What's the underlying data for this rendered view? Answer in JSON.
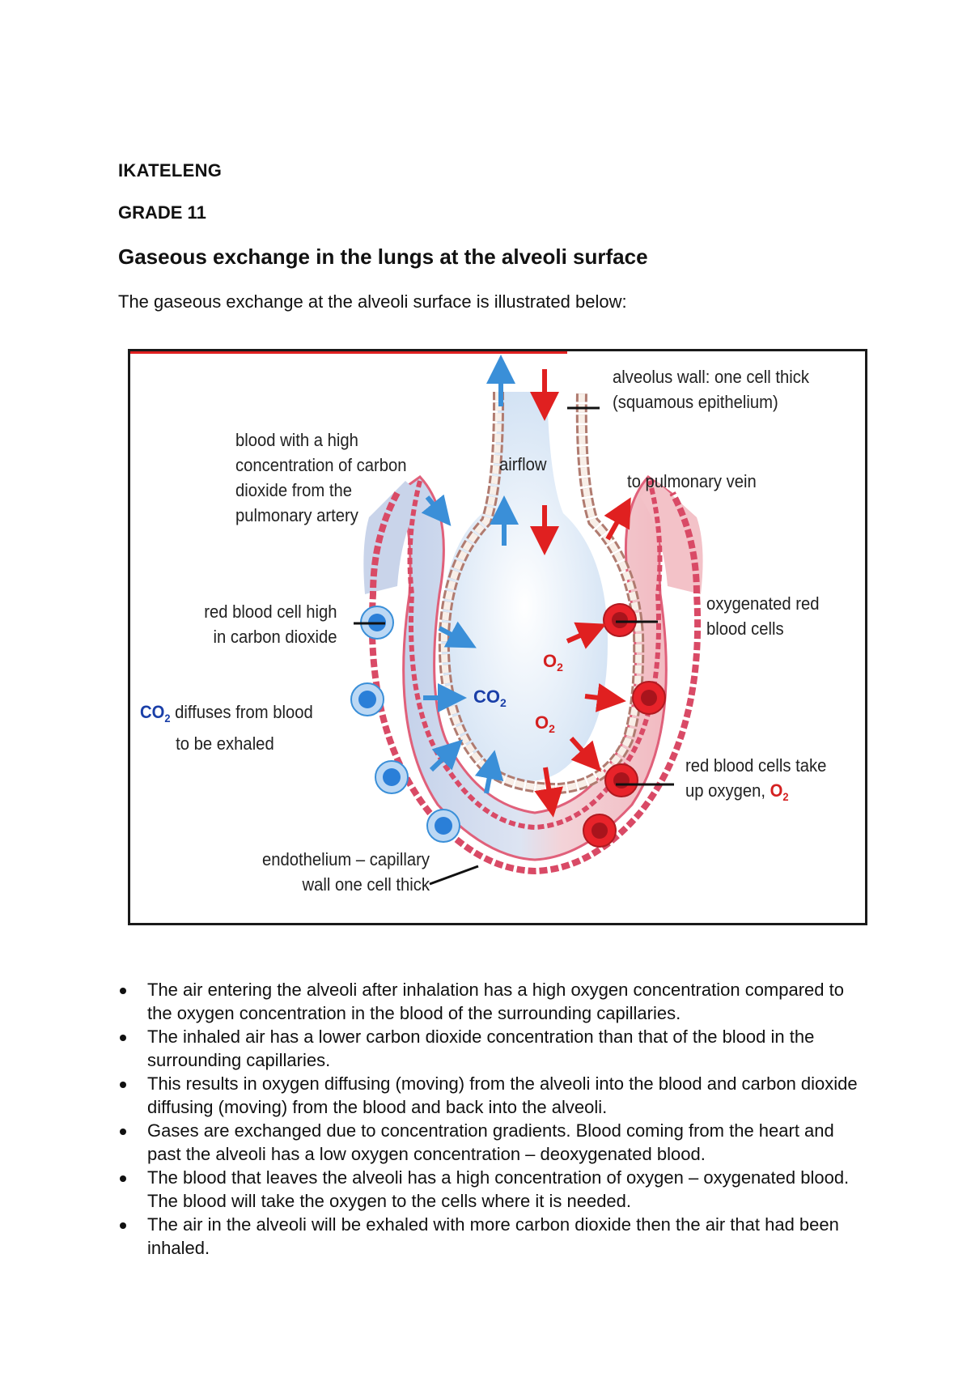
{
  "header": {
    "school": "IKATELENG",
    "grade": "GRADE 11",
    "title": "Gaseous exchange in the lungs at the alveoli surface",
    "intro": "The gaseous exchange at the alveoli surface is illustrated below:"
  },
  "diagram": {
    "labels": {
      "alveolus_wall_1": "alveolus wall: one cell thick",
      "alveolus_wall_2": "(squamous epithelium)",
      "blood_high_co2_1": "blood with a high",
      "blood_high_co2_2": "concentration of carbon",
      "blood_high_co2_3": "dioxide from the",
      "blood_high_co2_4": "pulmonary artery",
      "airflow": "airflow",
      "to_pulmonary_vein": "to pulmonary vein",
      "rbc_high_co2_1": "red blood cell high",
      "rbc_high_co2_2": "in carbon dioxide",
      "oxygenated_rbc_1": "oxygenated red",
      "oxygenated_rbc_2": "blood cells",
      "co2_diffuses_gas": "CO",
      "co2_diffuses_sub": "2",
      "co2_diffuses_1": "diffuses from blood",
      "co2_diffuses_2": "to be exhaled",
      "rbc_take_up_1": "red blood cells take",
      "rbc_take_up_2": "up oxygen,",
      "rbc_take_up_gas": "O",
      "rbc_take_up_sub": "2",
      "endothelium_1": "endothelium – capillary",
      "endothelium_2": "wall one cell thick",
      "co2_inner": "CO",
      "co2_inner_sub": "2",
      "o2_inner_1": "O",
      "o2_inner_1_sub": "2",
      "o2_inner_2": "O",
      "o2_inner_2_sub": "2"
    },
    "colors": {
      "co2_blue": "#3a8fd8",
      "o2_red": "#e02020",
      "capillary_wall": "#e0607a",
      "deoxygenated_fill": "#c9d6ec",
      "oxygenated_fill": "#f4c2c8",
      "alveolus_fill": "#dbe9f7"
    }
  },
  "bullets": [
    "The air entering the alveoli after inhalation has a high oxygen concentration compared to the oxygen concentration in the blood of the surrounding capillaries.",
    "The inhaled air has a lower carbon dioxide concentration than that of the blood in the surrounding capillaries.",
    "This results in oxygen diffusing (moving) from the alveoli into the blood and carbon dioxide diffusing (moving) from the blood and back into the alveoli.",
    "Gases are exchanged due to concentration gradients. Blood coming from the heart and past the alveoli has a low oxygen concentration – deoxygenated blood.",
    "The blood that leaves the alveoli has a high concentration of oxygen – oxygenated blood. The blood will take the oxygen to the cells where it is needed.",
    "The air in the alveoli will be exhaled with more carbon dioxide then the air that had been inhaled."
  ]
}
